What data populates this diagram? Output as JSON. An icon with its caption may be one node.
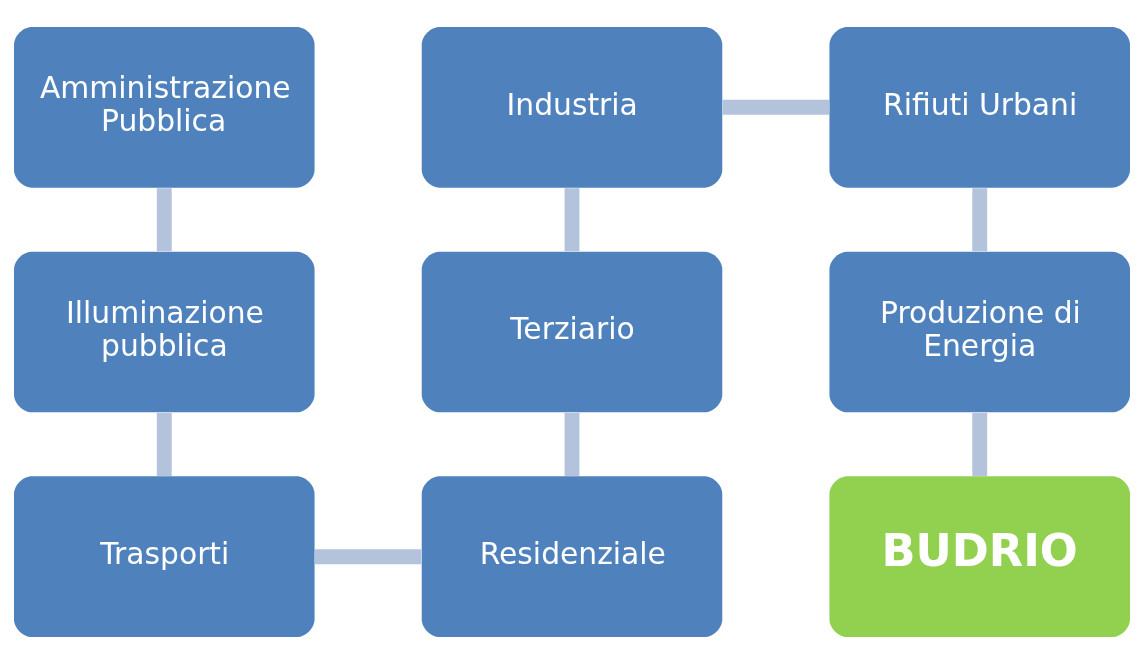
{
  "diagram": {
    "nodes": [
      {
        "text": [
          "Amministrazione Pubblica"
        ]
      },
      {
        "text": [
          "Industria"
        ]
      },
      {
        "text": [
          "Rifiuti Urbani"
        ]
      },
      {
        "text": [
          "Illuminazione pubblica"
        ]
      },
      {
        "text": [
          "Terziario"
        ]
      },
      {
        "text": [
          "Produzione di Energia"
        ]
      },
      {
        "text": [
          "Trasporti"
        ]
      },
      {
        "text": [
          "Residenziale"
        ]
      },
      {
        "text": [
          "BUDRIO"
        ]
      }
    ],
    "edges": [
      {
        "from": 0,
        "to": 3,
        "arrow": "none"
      },
      {
        "from": 3,
        "to": 6,
        "arrow": "none"
      },
      {
        "from": 6,
        "to": 7,
        "arrow": "none"
      },
      {
        "from": 7,
        "to": 4,
        "arrow": "none"
      },
      {
        "from": 4,
        "to": 1,
        "arrow": "none"
      },
      {
        "from": 1,
        "to": 2,
        "arrow": "none"
      },
      {
        "from": 2,
        "to": 5,
        "arrow": "none"
      },
      {
        "from": 5,
        "to": 8,
        "arrow": "none"
      }
    ]
  }
}
